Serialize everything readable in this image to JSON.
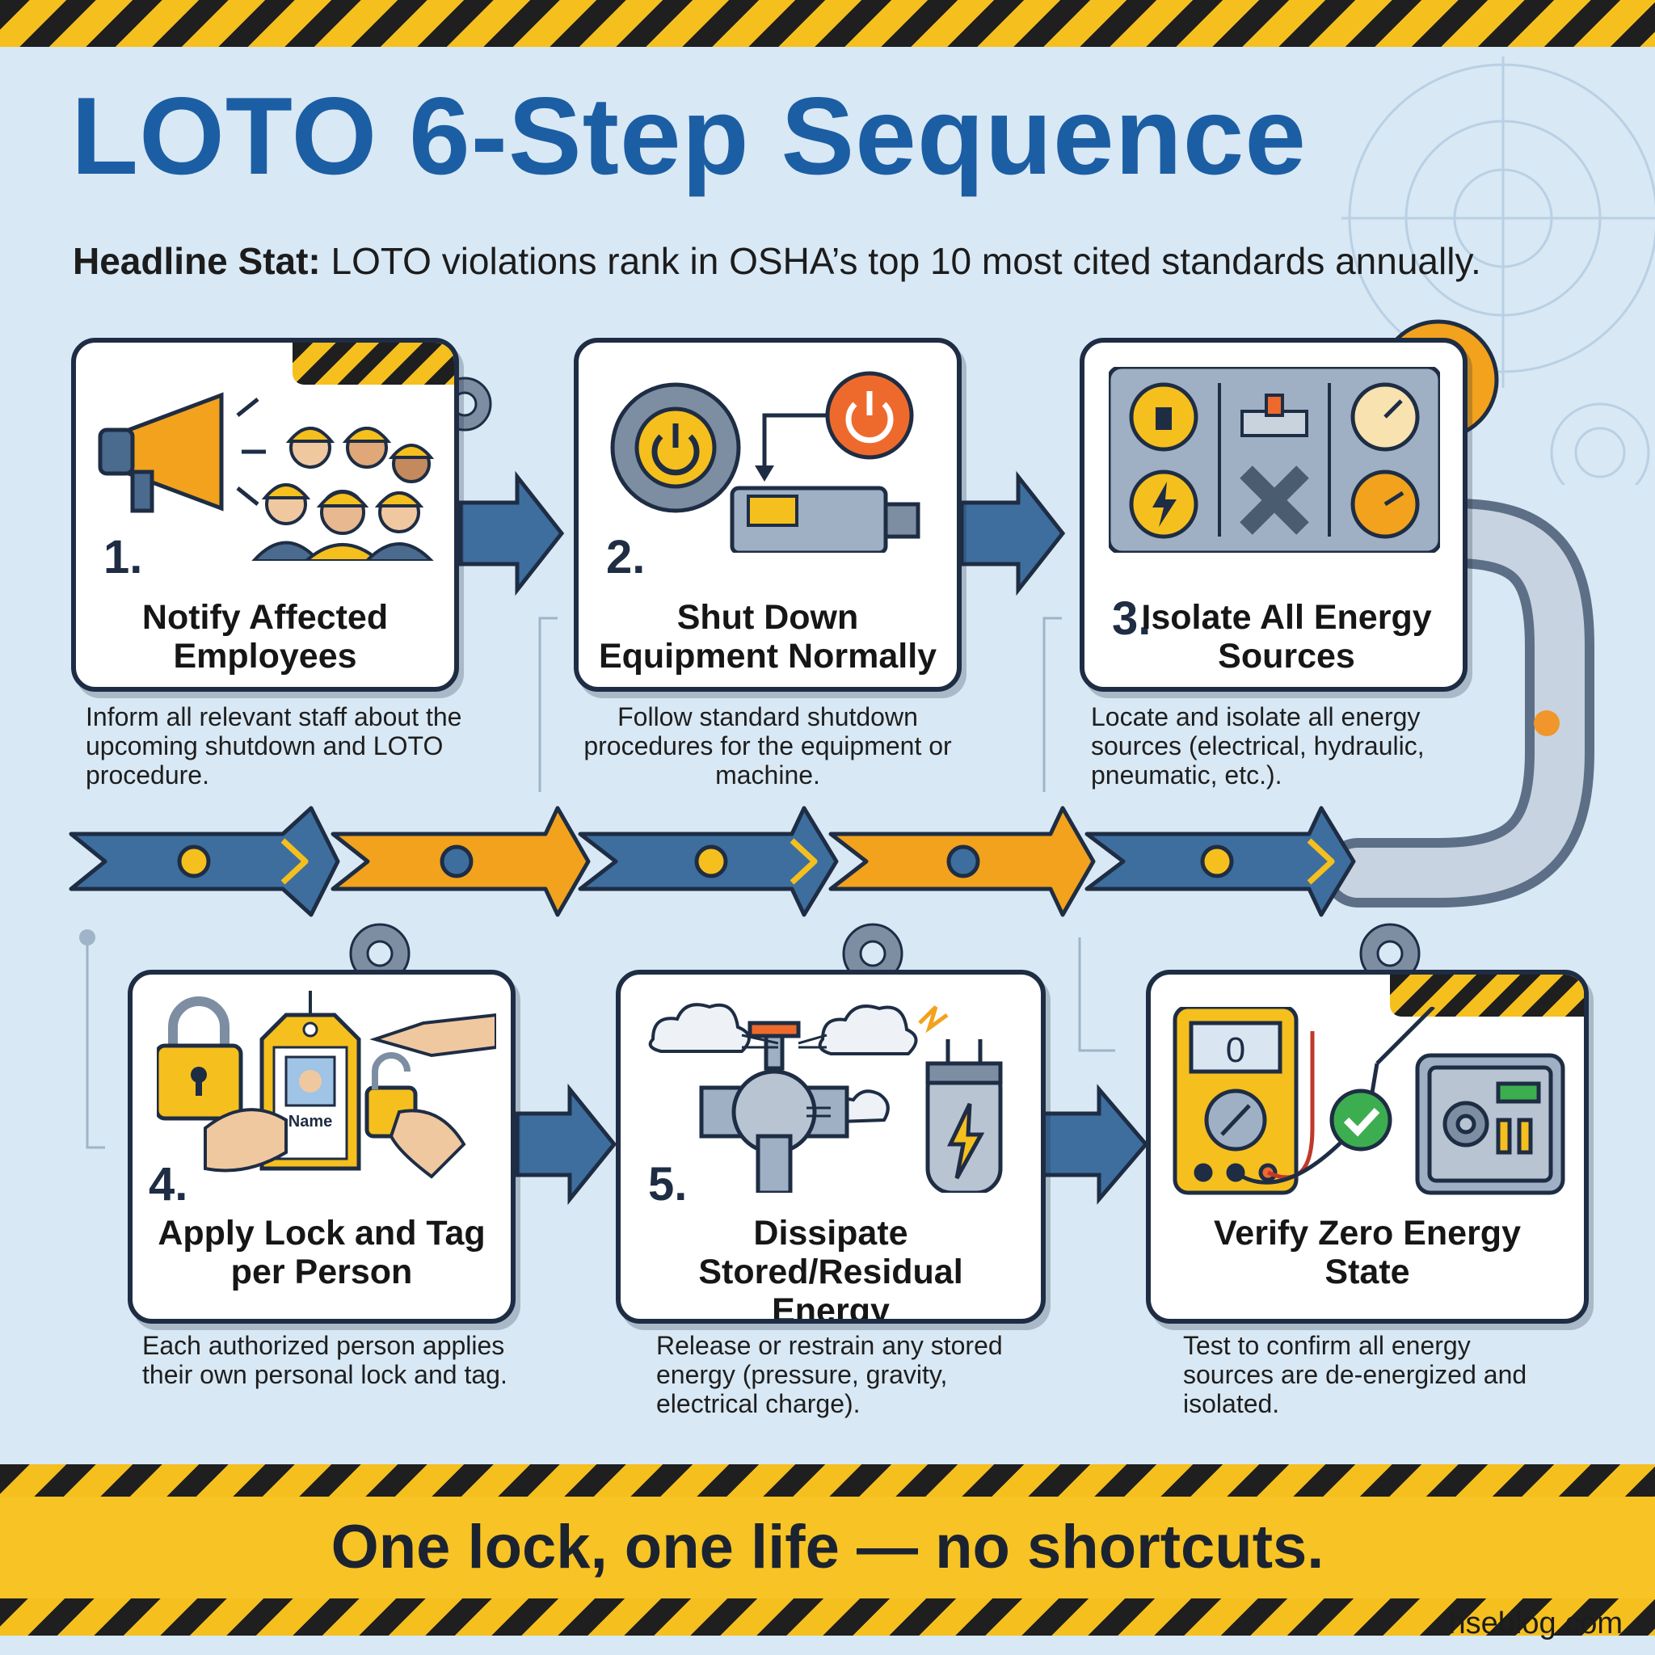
{
  "title": "LOTO 6-Step Sequence",
  "stat": {
    "label": "Headline Stat:",
    "text": "LOTO violations rank in OSHA’s top 10 most cited standards annually."
  },
  "steps": [
    {
      "number": "1.",
      "title": "Notify Affected Employees",
      "description": "Inform all relevant staff about the upcoming shutdown and LOTO procedure."
    },
    {
      "number": "2.",
      "title": "Shut Down Equipment Normally",
      "description": "Follow standard shutdown procedures for the equipment or machine."
    },
    {
      "number": "3.",
      "title": "Isolate All Energy Sources",
      "description": "Locate and isolate all energy sources (electrical, hydraulic, pneumatic, etc.)."
    },
    {
      "number": "4.",
      "title": "Apply Lock and Tag per Person",
      "description": "Each authorized person applies their own personal lock and tag."
    },
    {
      "number": "5.",
      "title": "Dissipate Stored/Residual Energy",
      "description": "Release or restrain any stored energy (pressure, gravity, electrical charge)."
    },
    {
      "number": "",
      "title": "Verify Zero Energy State",
      "description": "Test to confirm all energy sources are de-energized and isolated."
    }
  ],
  "tag_label": "Name",
  "meter_reading": "0",
  "slogan": "One lock, one life — no shortcuts.",
  "website": "hseblog.com",
  "colors": {
    "title_blue": "#1c5ea3",
    "hazard_yellow": "#f5bf1e",
    "arrow_blue": "#3d6e9e",
    "arrow_orange": "#f2a21c",
    "background": "#d8e8f4",
    "card_border": "#1e2d44"
  },
  "icons": [
    "megaphone-icon",
    "workers-icon",
    "gear-power-icon",
    "power-button-icon",
    "machine-icon",
    "energy-panel-icon",
    "padlock-icon",
    "tag-icon",
    "valve-icon",
    "capacitor-icon",
    "steam-cloud-icon",
    "multimeter-icon",
    "checkmark-icon",
    "safe-icon"
  ]
}
